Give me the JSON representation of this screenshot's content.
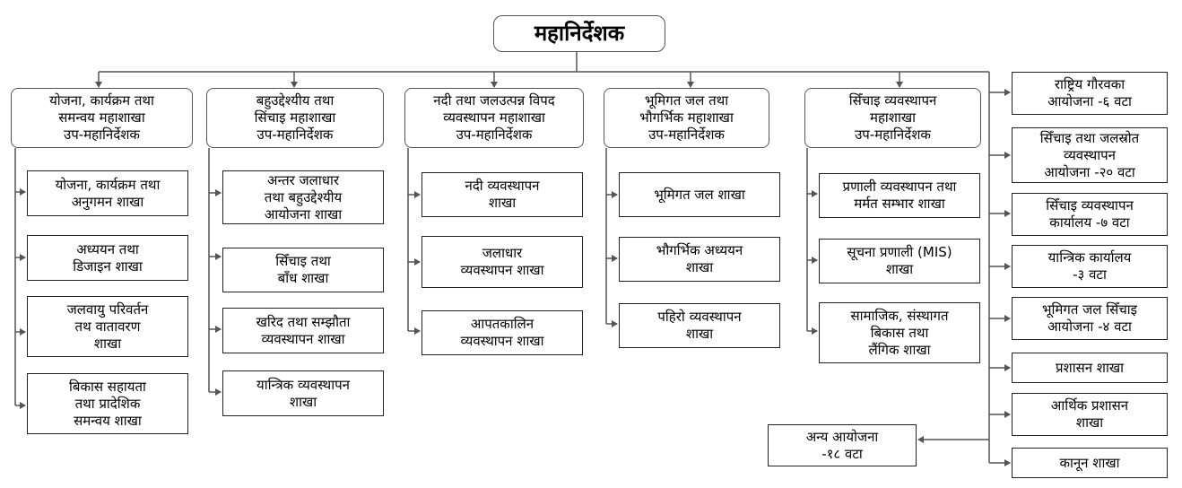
{
  "top": "महानिर्देशक",
  "divisions": [
    {
      "head": "योजना, कार्यक्रम तथा\nसमन्वय महाशाखा\nउप-महानिर्देशक",
      "sections": [
        "योजना, कार्यक्रम तथा\nअनुगमन शाखा",
        "अध्ययन तथा\nडिजाइन शाखा",
        "जलवायु परिवर्तन\nतथ वातावरण\nशाखा",
        "बिकास सहायता\nतथा प्रादेशिक\nसमन्वय शाखा"
      ]
    },
    {
      "head": "बहुउद्देश्यीय तथा\nसिंचाइ महाशाखा\nउप-महानिर्देशक",
      "sections": [
        "अन्तर जलाधार\nतथा बहुउद्देश्यीय\nआयोजना शाखा",
        "सिँचाइ तथा\nबाँध शाखा",
        "खरिद तथा सम्झौता\nव्यवस्थापन शाखा",
        "यान्त्रिक व्यवस्थापन\nशाखा"
      ]
    },
    {
      "head": "नदी तथा जलउत्पन्न विपद\nव्यवस्थापन महाशाखा\nउप-महानिर्देशक",
      "sections": [
        "नदी व्यवस्थापन\nशाखा",
        "जलाधार\nव्यवस्थापन शाखा",
        "आपतकालिन\nव्यवस्थापन शाखा"
      ]
    },
    {
      "head": "भूमिगत जल तथा\nभौगर्भिक महाशाखा\nउप-महानिर्देशक",
      "sections": [
        "भूमिगत जल शाखा",
        "भौगर्भिक अध्ययन\nशाखा",
        "पहिरो व्यवस्थापन\nशाखा"
      ]
    },
    {
      "head": "सिँचाइ व्यवस्थापन\nमहाशाखा\nउप-महानिर्देशक",
      "sections": [
        "प्रणाली व्यवस्थापन तथा\nमर्मत सम्भार शाखा",
        "सूचना प्रणाली (MIS)\nशाखा",
        "सामाजिक, संस्थागत\nबिकास तथा\nलैंगिक शाखा"
      ]
    }
  ],
  "right_units": [
    "राष्ट्रिय गौरवका\nआयोजना -६ वटा",
    "सिँचाइ तथा जलस्रोत\nव्यवस्थापन\nआयोजना -२० वटा",
    "सिँचाइ व्यवस्थापन\nकार्यालय -७ वटा",
    "यान्त्रिक कार्यालय\n-३ वटा",
    "भूमिगत जल सिँचाइ\nआयोजना -४ वटा",
    "प्रशासन शाखा",
    "आर्थिक प्रशासन\nशाखा",
    "कानून शाखा"
  ],
  "other_projects": "अन्य आयोजना\n-१८ वटा",
  "colors": {
    "line": "#555555",
    "border": "#222222"
  }
}
